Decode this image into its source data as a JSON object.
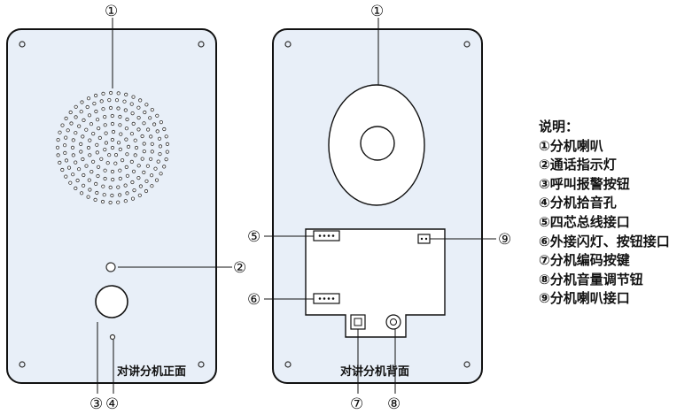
{
  "front_label": "对讲分机正面",
  "back_label": "对讲分机背面",
  "callouts": {
    "c1_front": "①",
    "c1_back": "①",
    "c2": "②",
    "c3": "③",
    "c4": "④",
    "c5": "⑤",
    "c6": "⑥",
    "c7": "⑦",
    "c8": "⑧",
    "c9": "⑨"
  },
  "legend": {
    "title": "说明：",
    "items": [
      "①分机喇叭",
      "②通话指示灯",
      "③呼叫报警按钮",
      "④分机拾音孔",
      "⑤四芯总线接口",
      "⑥外接闪灯、按钮接口",
      "⑦分机编码按键",
      "⑧分机音量调节钮",
      "⑨分机喇叭接口"
    ]
  },
  "colors": {
    "panel_fill": "#e8eff8",
    "stroke": "#111111"
  }
}
